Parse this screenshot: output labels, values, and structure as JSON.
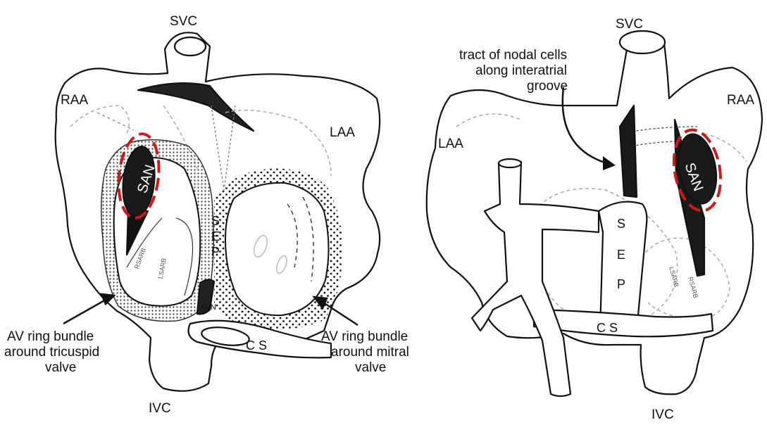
{
  "left": {
    "svc": "SVC",
    "ivc": "IVC",
    "raa": "RAA",
    "laa": "LAA",
    "san": "SAN",
    "avn": "AVN",
    "cs": "C S",
    "sep": [
      "S",
      "E",
      "P"
    ],
    "rsarb": "RSARB",
    "lsarb": "LSARB",
    "av_tricuspid": [
      "AV ring bundle",
      "around tricuspid",
      "valve"
    ],
    "av_mitral": [
      "AV ring bundle",
      "around mitral",
      "valve"
    ]
  },
  "right": {
    "svc": "SVC",
    "ivc": "IVC",
    "raa": "RAA",
    "laa": "LAA",
    "san": "SAN",
    "cs": "C S",
    "sep": [
      "S",
      "E",
      "P"
    ],
    "lsarb": "LSARB",
    "rsarb": "RSARB",
    "tract": [
      "tract of nodal cells",
      "along interatrial",
      "groove"
    ]
  },
  "colors": {
    "outline": "#111111",
    "highlight": "#cc1a1a",
    "dots": "#222222",
    "dashed": "#aaaaaa"
  }
}
